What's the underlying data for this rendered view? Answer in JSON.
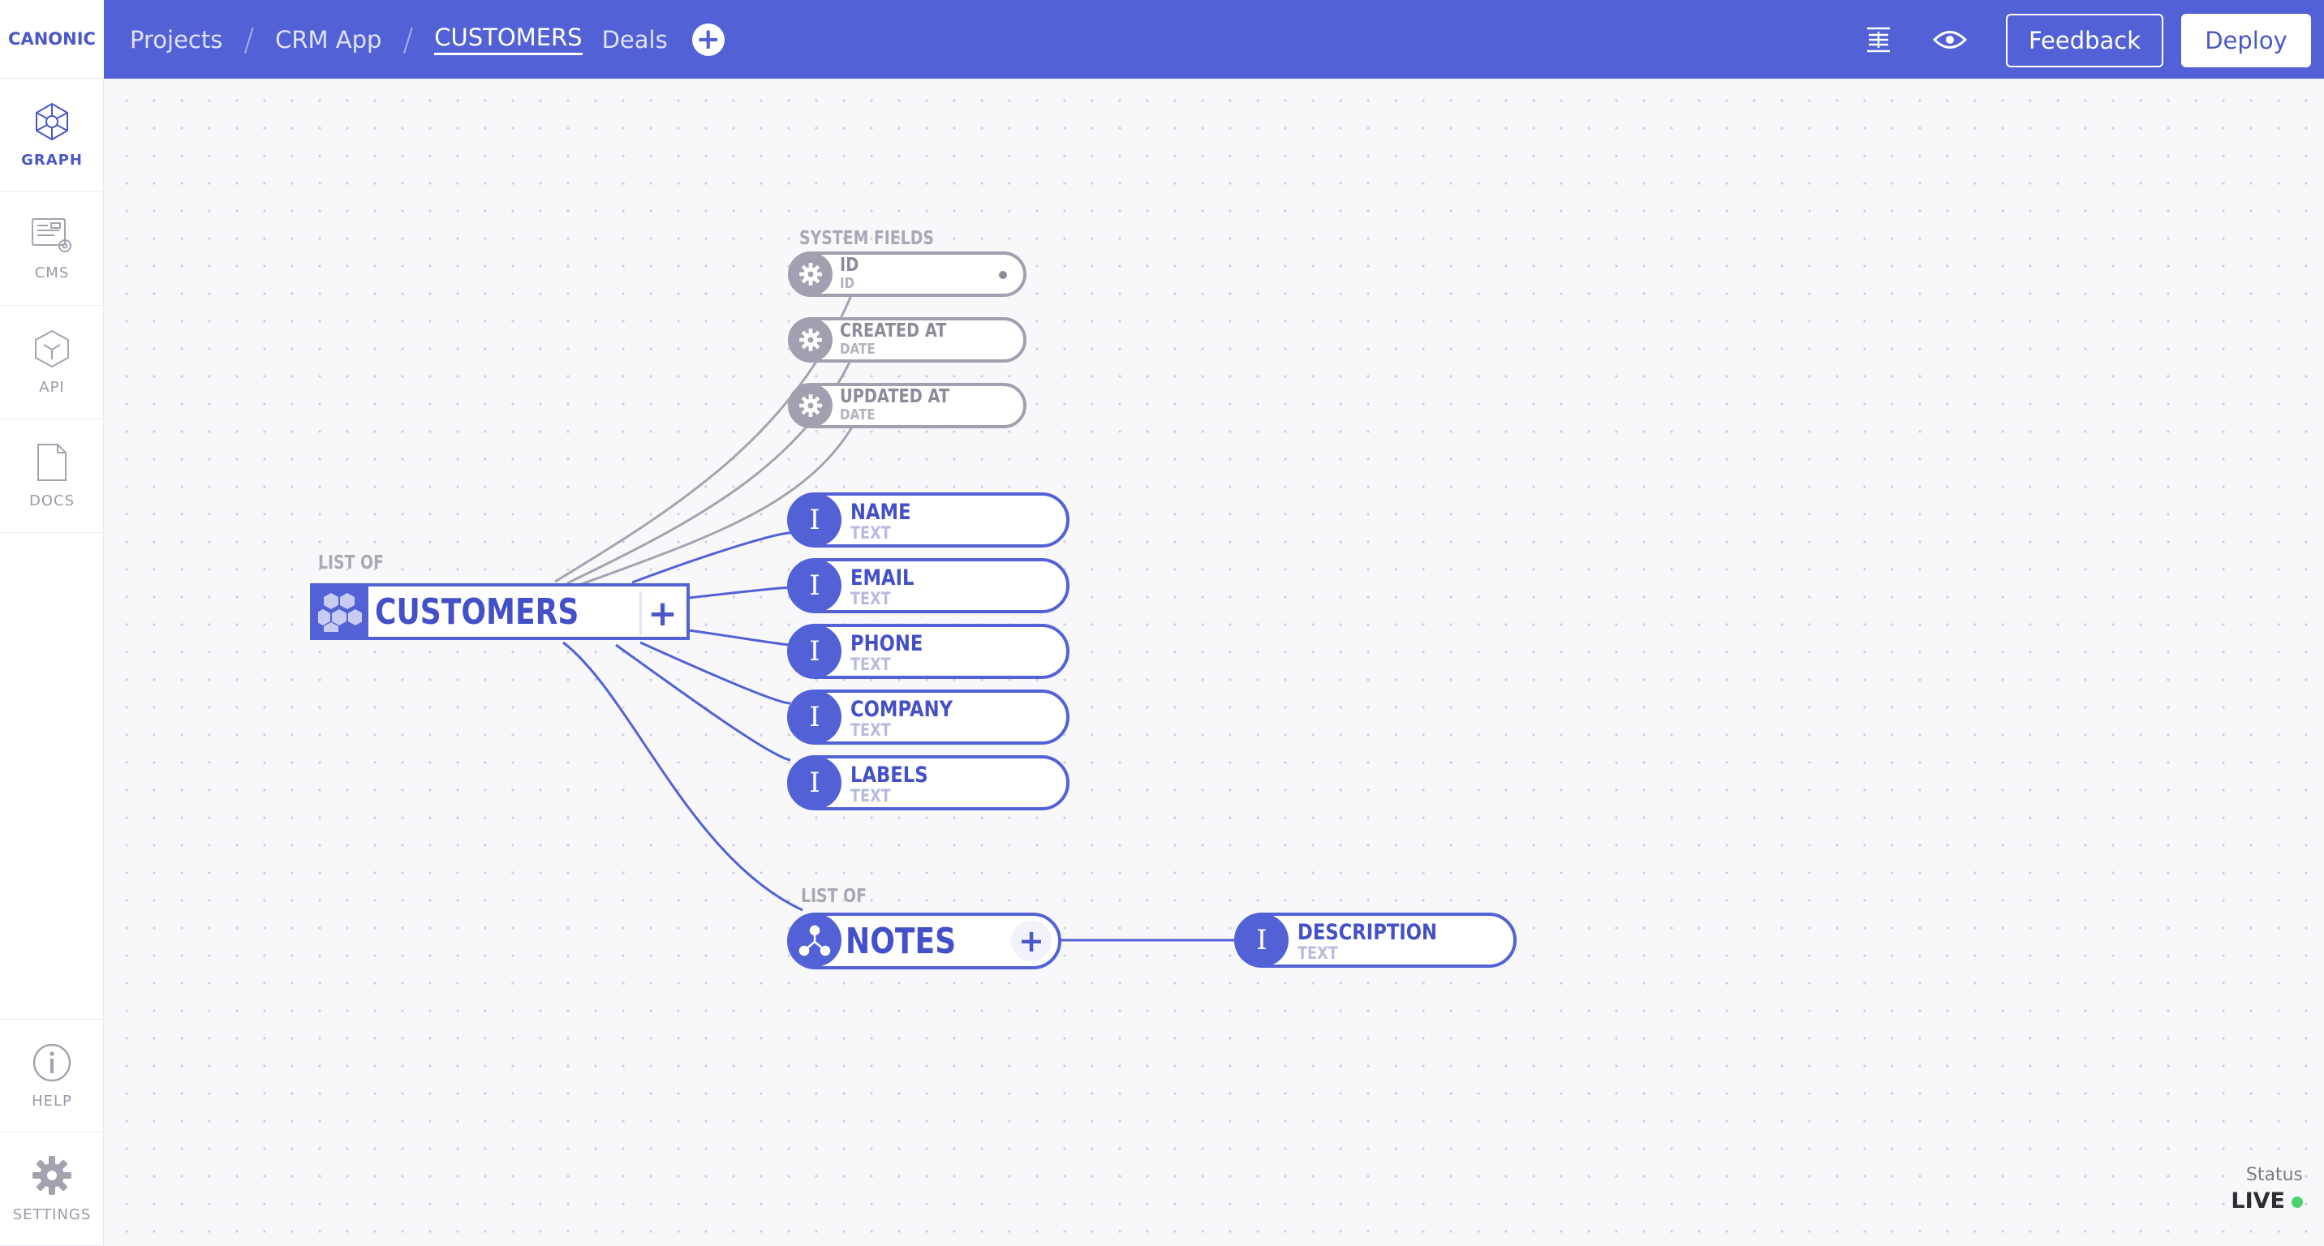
{
  "app": {
    "brand": "CANONIC"
  },
  "breadcrumb": {
    "items": [
      "Projects",
      "CRM App",
      "CUSTOMERS"
    ],
    "extra_tab": "Deals",
    "add_symbol": "+"
  },
  "toolbar": {
    "feedback_label": "Feedback",
    "deploy_label": "Deploy"
  },
  "sidebar": {
    "items": [
      {
        "label": "GRAPH",
        "icon": "graph-icon",
        "active": true
      },
      {
        "label": "CMS",
        "icon": "cms-icon",
        "active": false
      },
      {
        "label": "API",
        "icon": "api-icon",
        "active": false
      },
      {
        "label": "DOCS",
        "icon": "docs-icon",
        "active": false
      }
    ],
    "bottom": [
      {
        "label": "HELP",
        "icon": "info-icon"
      },
      {
        "label": "SETTINGS",
        "icon": "gear-icon"
      }
    ]
  },
  "graph": {
    "system_caption": "SYSTEM FIELDS",
    "system_fields": [
      {
        "name": "ID",
        "type": "ID"
      },
      {
        "name": "CREATED AT",
        "type": "DATE"
      },
      {
        "name": "UPDATED AT",
        "type": "DATE"
      }
    ],
    "customers": {
      "caption": "LIST OF",
      "name": "CUSTOMERS",
      "add": "+",
      "fields": [
        {
          "name": "NAME",
          "type": "TEXT",
          "icon": "I"
        },
        {
          "name": "EMAIL",
          "type": "TEXT",
          "icon": "I"
        },
        {
          "name": "PHONE",
          "type": "TEXT",
          "icon": "I"
        },
        {
          "name": "COMPANY",
          "type": "TEXT",
          "icon": "I"
        },
        {
          "name": "LABELS",
          "type": "TEXT",
          "icon": "I"
        }
      ]
    },
    "notes": {
      "caption": "LIST OF",
      "name": "NOTES",
      "add": "+",
      "fields": [
        {
          "name": "DESCRIPTION",
          "type": "TEXT",
          "icon": "I"
        }
      ]
    }
  },
  "status": {
    "label": "Status",
    "value": "LIVE"
  },
  "colors": {
    "primary": "#5262d6",
    "system": "#a39fb0",
    "live": "#4cd26e"
  }
}
